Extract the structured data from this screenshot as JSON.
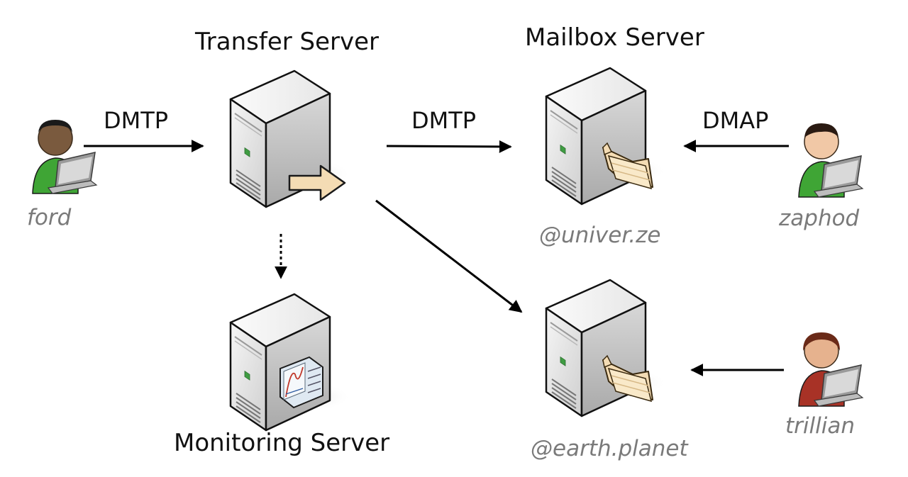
{
  "servers": {
    "transfer": {
      "title": "Transfer Server"
    },
    "mailbox": {
      "title": "Mailbox Server",
      "domain": "@univer.ze"
    },
    "earth": {
      "domain": "@earth.planet"
    },
    "monitoring": {
      "title": "Monitoring Server"
    }
  },
  "users": {
    "ford": {
      "name": "ford"
    },
    "zaphod": {
      "name": "zaphod"
    },
    "trillian": {
      "name": "trillian"
    }
  },
  "protocols": {
    "ford_to_transfer": "DMTP",
    "transfer_to_mailbox": "DMTP",
    "zaphod_to_mailbox": "DMAP"
  },
  "icons": [
    "server-icon",
    "user-laptop-icon",
    "folder-icon",
    "forward-arrow-icon",
    "monitor-chart-icon"
  ],
  "colors": {
    "arrow": "#000000",
    "folder": "#f4dcb4",
    "user_green": "#3fa535",
    "user_red": "#a83226",
    "label_gray": "#7a7a7a"
  }
}
